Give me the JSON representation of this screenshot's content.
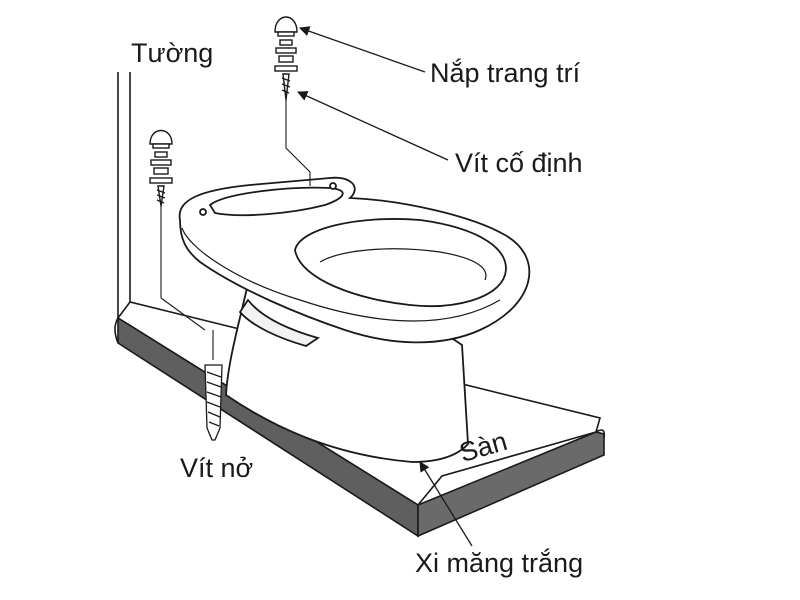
{
  "labels": {
    "wall": "Tường",
    "decor_cap": "Nắp trang trí",
    "fixing_screw": "Vít cố định",
    "anchor": "Vít nở",
    "floor": "Sàn",
    "white_cement": "Xi măng trắng"
  },
  "colors": {
    "line": "#1a1a1a",
    "floor_fill": "#5f5f5f",
    "porcelain": "#ffffff",
    "shade": "#f2f2f2"
  }
}
